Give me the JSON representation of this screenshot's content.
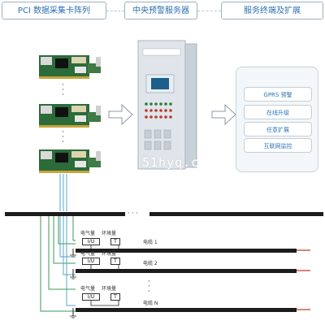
{
  "headers": {
    "pci_array": "PCI 数据采集卡阵列",
    "central_server": "中央预警服务器",
    "terminal_ext": "服务终端及扩展"
  },
  "services": [
    "GPRS 预警",
    "在线升级",
    "任意扩展",
    "互联网监控"
  ],
  "ellipsis": "· · ·",
  "sensor_labels": {
    "electrical": "电气量",
    "environment": "环境量"
  },
  "sensor_box_symbols": {
    "electrical": "I/U",
    "environment": "T"
  },
  "cables": [
    "电缆 1",
    "电缆 2",
    "电缆 N"
  ],
  "watermark": "51hyq.c",
  "colors": {
    "header_text": "#2b6fb0",
    "cable": "#1c1c1c",
    "cable_end": "#c0392b",
    "ground_line": "#3a9a55",
    "signal_line": "#5aa6c8",
    "cabinet": "#dfe5ea"
  }
}
